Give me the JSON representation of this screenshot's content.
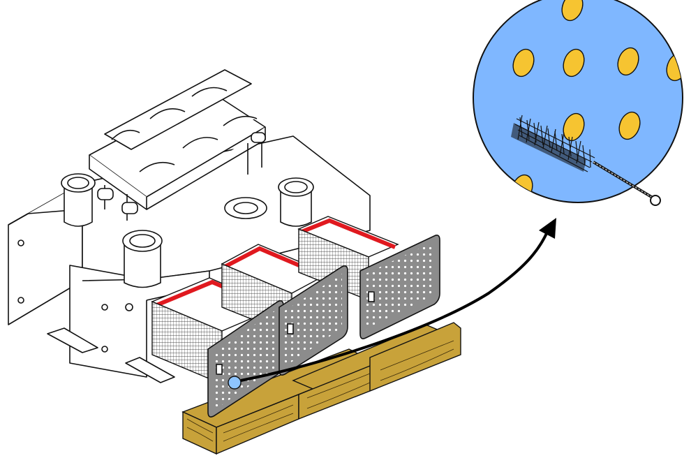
{
  "figure": {
    "description_visible_text": [],
    "colors": {
      "outline": "#111111",
      "body_fill": "#ffffff",
      "panel_fill": "#8c8c8c",
      "panel_hole": "#ffffff",
      "red_stripe": "#e0191f",
      "wood_fill": "#c8a23a",
      "magnifier_fill": "#7fb7ff",
      "hole_fill": "#f6c431",
      "brush_bristles": "#111111",
      "highlight_circle": "#8ec5ff"
    },
    "elements": {
      "cooler_body": "oil-cooler-housing",
      "bearing_cradle": "bearing-cradle",
      "tube_bundles": 3,
      "cover_plates": 3,
      "wood_blocks": 3,
      "magnified_view": "tube-cleaning-brush-detail",
      "pointer": "curved-arrow"
    }
  }
}
